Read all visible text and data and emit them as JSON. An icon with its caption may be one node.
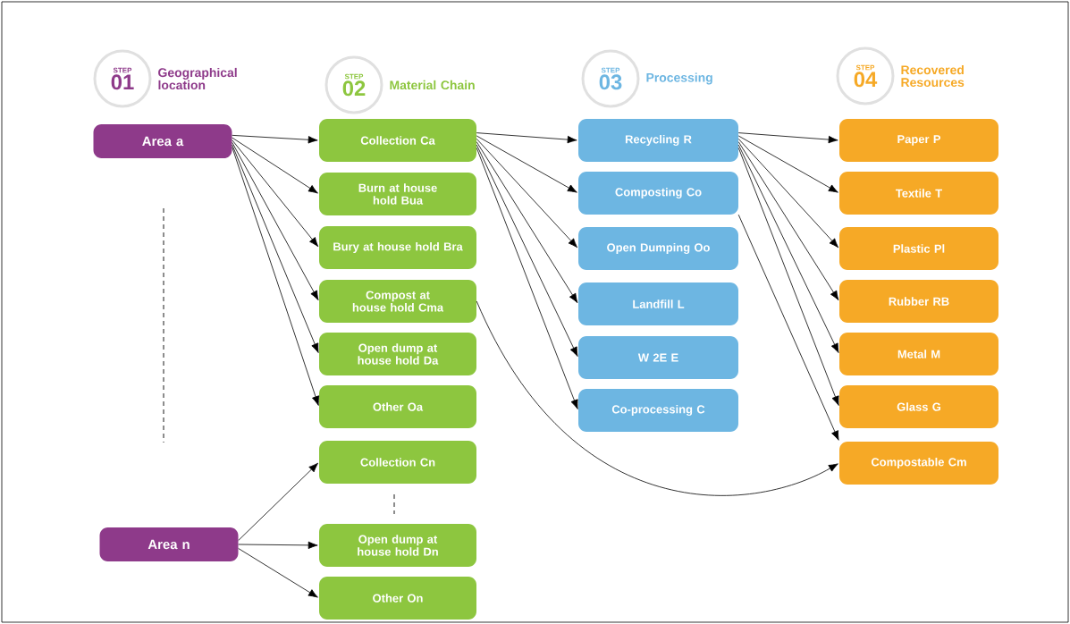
{
  "diagram": {
    "nodes": [
      {
        "text": [
          "STEP",
          "01",
          "Geographical location"
        ]
      },
      {
        "text": [
          "STEP",
          "02",
          "Material Chain"
        ]
      },
      {
        "text": [
          "STEP",
          "03",
          "Processing"
        ]
      },
      {
        "text": [
          "STEP",
          "04",
          "Recovered Resources"
        ]
      },
      {
        "text": [
          "Area a"
        ]
      },
      {
        "text": [
          "Area n"
        ]
      },
      {
        "text": [
          "Collection Ca"
        ]
      },
      {
        "text": [
          "Burn at house hold Bua"
        ]
      },
      {
        "text": [
          "Bury at house hold Bra"
        ]
      },
      {
        "text": [
          "Compost at house hold Cma"
        ]
      },
      {
        "text": [
          "Open dump at house hold Da"
        ]
      },
      {
        "text": [
          "Other Oa"
        ]
      },
      {
        "text": [
          "Collection Cn"
        ]
      },
      {
        "text": [
          "Open dump at house hold Dn"
        ]
      },
      {
        "text": [
          "Other On"
        ]
      },
      {
        "text": [
          "Recycling R"
        ]
      },
      {
        "text": [
          "Composting Co"
        ]
      },
      {
        "text": [
          "Open Dumping Oo"
        ]
      },
      {
        "text": [
          "Landfill L"
        ]
      },
      {
        "text": [
          "W 2E E"
        ]
      },
      {
        "text": [
          "Co-processing C"
        ]
      },
      {
        "text": [
          "Paper P"
        ]
      },
      {
        "text": [
          "Textile T"
        ]
      },
      {
        "text": [
          "Plastic Pl"
        ]
      },
      {
        "text": [
          "Rubber RB"
        ]
      },
      {
        "text": [
          "Metal M"
        ]
      },
      {
        "text": [
          "Glass G"
        ]
      },
      {
        "text": [
          "Compostable Cm"
        ]
      }
    ],
    "edges": [
      {
        "from": 4,
        "to": 6,
        "arrow": "to"
      },
      {
        "from": 4,
        "to": 7,
        "arrow": "to"
      },
      {
        "from": 4,
        "to": 8,
        "arrow": "to"
      },
      {
        "from": 4,
        "to": 9,
        "arrow": "to"
      },
      {
        "from": 4,
        "to": 10,
        "arrow": "to"
      },
      {
        "from": 4,
        "to": 11,
        "arrow": "to"
      },
      {
        "from": 5,
        "to": 12,
        "arrow": "to"
      },
      {
        "from": 5,
        "to": 13,
        "arrow": "to"
      },
      {
        "from": 5,
        "to": 14,
        "arrow": "to"
      },
      {
        "from": 6,
        "to": 15,
        "arrow": "to"
      },
      {
        "from": 6,
        "to": 16,
        "arrow": "to"
      },
      {
        "from": 6,
        "to": 17,
        "arrow": "to"
      },
      {
        "from": 6,
        "to": 18,
        "arrow": "to"
      },
      {
        "from": 6,
        "to": 19,
        "arrow": "to"
      },
      {
        "from": 6,
        "to": 20,
        "arrow": "to"
      },
      {
        "from": 15,
        "to": 21,
        "arrow": "to"
      },
      {
        "from": 15,
        "to": 22,
        "arrow": "to"
      },
      {
        "from": 15,
        "to": 23,
        "arrow": "to"
      },
      {
        "from": 15,
        "to": 24,
        "arrow": "to"
      },
      {
        "from": 15,
        "to": 25,
        "arrow": "to"
      },
      {
        "from": 15,
        "to": 26,
        "arrow": "to"
      },
      {
        "from": 16,
        "to": 27,
        "arrow": "to"
      },
      {
        "from": 9,
        "to": 27,
        "arrow": "to"
      }
    ]
  }
}
